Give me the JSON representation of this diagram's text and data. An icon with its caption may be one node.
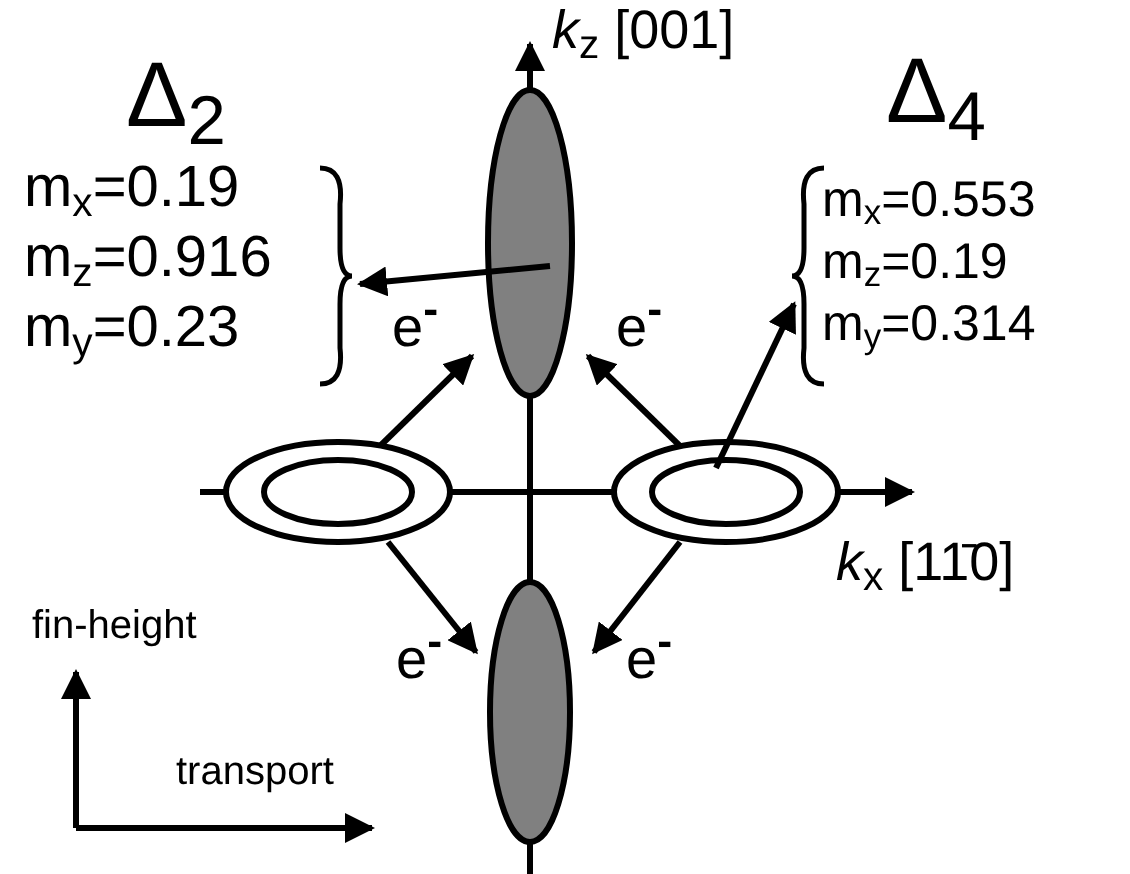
{
  "diagram": {
    "nodes": [
      {
        "text": [
          "Δ$_{2}$",
          "m$_{x}$=0.19",
          "m$_{z}$=0.916",
          "m$_{y}$=0.23"
        ]
      },
      {
        "text": [
          "Δ$_{4}$",
          "m$_{x}$=0.553",
          "m$_{z}$=0.19",
          "m$_{y}$=0.314"
        ]
      },
      {
        "text": [],
        "shape": "ellipse"
      },
      {
        "text": [],
        "shape": "ellipse"
      },
      {
        "text": [],
        "shape": "ring"
      },
      {
        "text": [],
        "shape": "ring"
      }
    ],
    "edges": [
      {
        "from": 2,
        "to": 0,
        "arrow": "to"
      },
      {
        "from": 5,
        "to": 1,
        "arrow": "to"
      },
      {
        "from": 4,
        "to": 2,
        "arrow": "to",
        "label": "e$^{-}$"
      },
      {
        "from": 5,
        "to": 2,
        "arrow": "to",
        "label": "e$^{-}$"
      },
      {
        "from": 4,
        "to": 3,
        "arrow": "to",
        "label": "e$^{-}$"
      },
      {
        "from": 5,
        "to": 3,
        "arrow": "to",
        "label": "e$^{-}$"
      }
    ],
    "labels": [
      "*k*$_{z}$ [001]",
      "*k*$_{x}$ [11̄0]",
      "fin-height",
      "transport"
    ]
  }
}
